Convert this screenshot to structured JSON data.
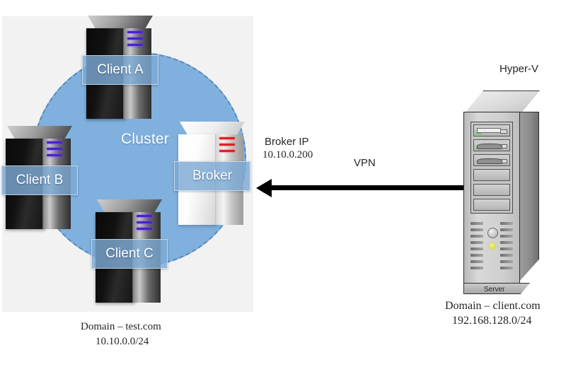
{
  "diagram": {
    "cluster": {
      "label": "Cluster",
      "fill_color": "#7fb0de",
      "border_color": "#5b87b5",
      "nodes": [
        {
          "id": "client-a",
          "label": "Client A",
          "kind": "dark-server"
        },
        {
          "id": "client-b",
          "label": "Client B",
          "kind": "dark-server"
        },
        {
          "id": "client-c",
          "label": "Client C",
          "kind": "dark-server"
        },
        {
          "id": "broker",
          "label": "Broker",
          "kind": "light-server"
        }
      ],
      "domain_line1": "Domain – test.com",
      "domain_line2": "10.10.0.0/24"
    },
    "broker_endpoint": {
      "title": "Broker IP",
      "ip": "10.10.0.200"
    },
    "connection": {
      "label": "VPN",
      "direction": "right-to-left"
    },
    "hyperv": {
      "title": "Hyper-V",
      "caption": "Server",
      "domain_line1": "Domain – client.com",
      "domain_line2": "192.168.128.0/24"
    }
  }
}
